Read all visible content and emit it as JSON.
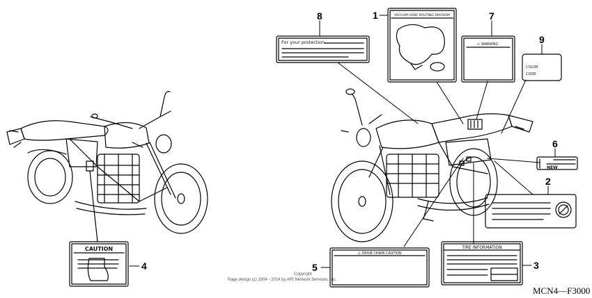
{
  "labels": {
    "caution": "CAUTION",
    "for_your_protection": "For your protection",
    "vacuum_diagram": "VACUUM HOSE ROUTING DIAGRAM",
    "warning": "⚠ WARNING",
    "color_line1": "COLOR",
    "color_line2": "CODE",
    "new": "NEW",
    "drive_chain": "⚠ DRIVE CHAIN CAUTION",
    "tire_info": "TIRE   INFORMATION"
  },
  "callouts": {
    "n1": "1",
    "n2": "2",
    "n3": "3",
    "n4": "4",
    "n5": "5",
    "n6": "6",
    "n7": "7",
    "n8": "8",
    "n9": "9"
  },
  "copyright_line1": "Copyright",
  "copyright_line2": "Page design (c) 2004 - 2014 by ARI Network Services, Inc.",
  "diagram_code": "MCN4—F3000"
}
